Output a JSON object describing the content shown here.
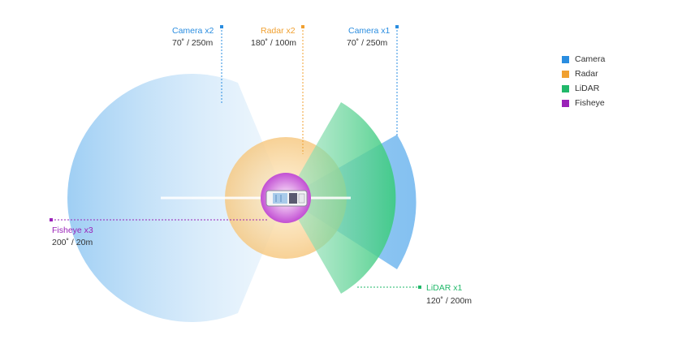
{
  "colors": {
    "camera": "#2A8DE0",
    "radar": "#F0A030",
    "lidar": "#21B86A",
    "fisheye": "#9A22B8"
  },
  "callouts": [
    {
      "id": "camera-x2",
      "title": "Camera x2",
      "spec": "70˚ / 250m",
      "color_key": "camera"
    },
    {
      "id": "radar-x2",
      "title": "Radar x2",
      "spec": "180˚ / 100m",
      "color_key": "radar"
    },
    {
      "id": "camera-x1",
      "title": "Camera x1",
      "spec": "70˚ / 250m",
      "color_key": "camera"
    },
    {
      "id": "fisheye-x3",
      "title": "Fisheye x3",
      "spec": "200˚ / 20m",
      "color_key": "fisheye"
    },
    {
      "id": "lidar-x1",
      "title": "LiDAR x1",
      "spec": "120˚ / 200m",
      "color_key": "lidar"
    }
  ],
  "legend": [
    {
      "label": "Camera",
      "color_key": "camera"
    },
    {
      "label": "Radar",
      "color_key": "radar"
    },
    {
      "label": "LiDAR",
      "color_key": "lidar"
    },
    {
      "label": "Fisheye",
      "color_key": "fisheye"
    }
  ],
  "vehicle": {
    "icon": "vehicle-icon"
  }
}
